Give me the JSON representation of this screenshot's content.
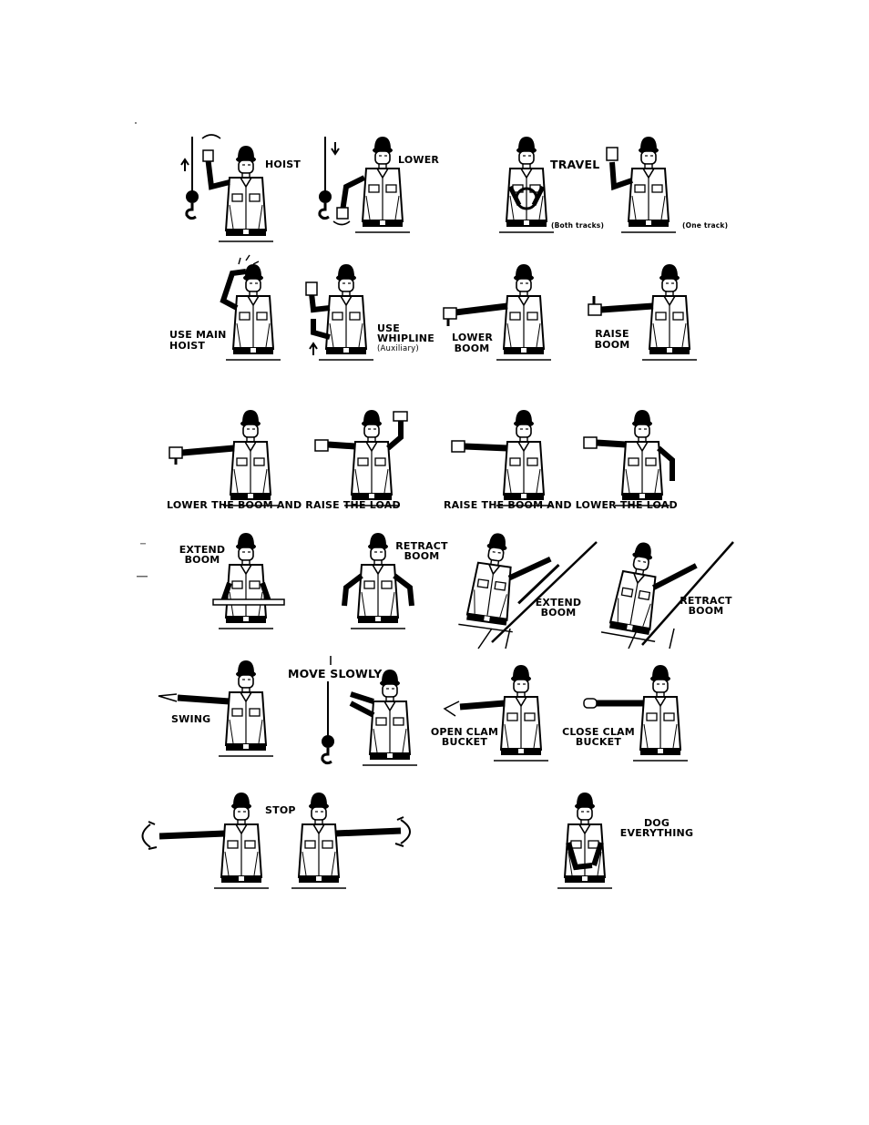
{
  "signals": {
    "hoist": "HOIST",
    "lower": "LOWER",
    "travel": "TRAVEL",
    "both_tracks": "(Both tracks)",
    "one_track": "(One track)",
    "use_main_hoist": [
      "USE MAIN",
      "HOIST"
    ],
    "use_whipline": [
      "USE",
      "WHIPLINE"
    ],
    "auxiliary": "(Auxiliary)",
    "lower_boom": [
      "LOWER",
      "BOOM"
    ],
    "raise_boom": [
      "RAISE",
      "BOOM"
    ],
    "lower_boom_raise_load": "LOWER THE BOOM AND RAISE THE LOAD",
    "raise_boom_lower_load": "RAISE THE BOOM AND LOWER THE LOAD",
    "extend_boom_1": [
      "EXTEND",
      "BOOM"
    ],
    "retract_boom_1": [
      "RETRACT",
      "BOOM"
    ],
    "extend_boom_2": [
      "EXTEND",
      "BOOM"
    ],
    "retract_boom_2": [
      "RETRACT",
      "BOOM"
    ],
    "swing": "SWING",
    "move_slowly": "MOVE SLOWLY",
    "open_clam_bucket": [
      "OPEN CLAM",
      "BUCKET"
    ],
    "close_clam_bucket": [
      "CLOSE CLAM",
      "BUCKET"
    ],
    "stop": "STOP",
    "dog_everything": [
      "DOG",
      "EVERYTHING"
    ]
  }
}
